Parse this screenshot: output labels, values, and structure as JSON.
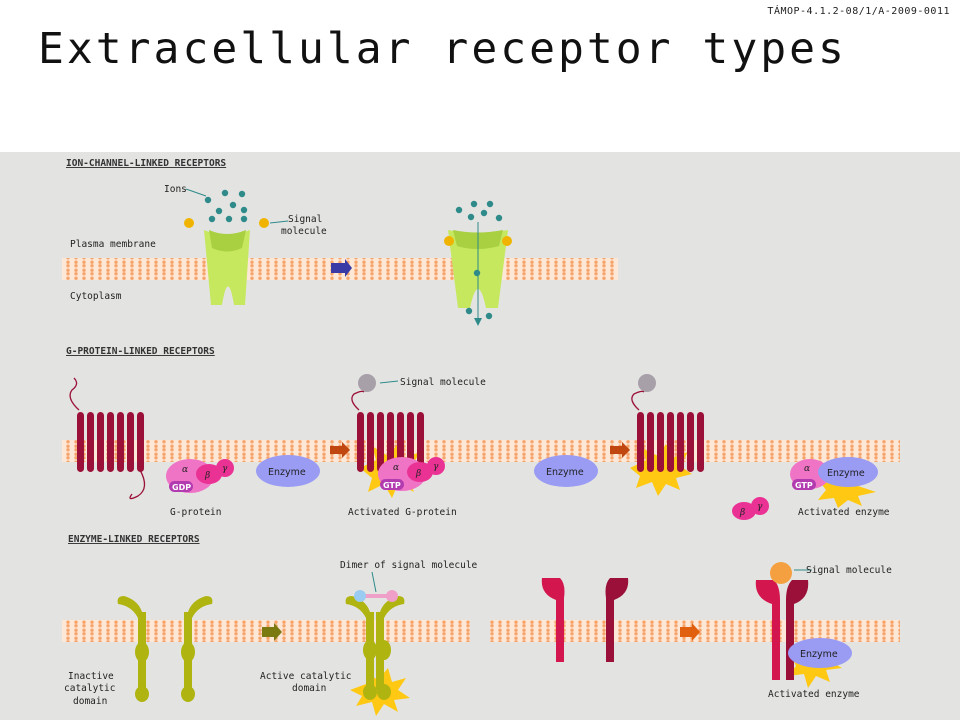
{
  "header": {
    "code": "TÁMOP-4.1.2-08/1/A-2009-0011",
    "title": "Extracellular receptor types"
  },
  "ion_channel": {
    "heading": "ION-CHANNEL-LINKED RECEPTORS",
    "ions_label": "Ions",
    "signal_label_1": "Signal",
    "signal_label_2": "molecule",
    "membrane_label": "Plasma membrane",
    "cytoplasm_label": "Cytoplasm"
  },
  "g_protein": {
    "heading": "G-PROTEIN-LINKED RECEPTORS",
    "signal_label": "Signal molecule",
    "enzyme_label": "Enzyme",
    "gdp_label": "GDP",
    "gtp_label": "GTP",
    "alpha": "α",
    "beta": "β",
    "gamma": "γ",
    "gprotein_label": "G-protein",
    "activated_gprotein_label": "Activated G-protein",
    "activated_enzyme_label": "Activated enzyme"
  },
  "enzyme_linked": {
    "heading": "ENZYME-LINKED RECEPTORS",
    "dimer_label": "Dimer of signal molecule",
    "inactive_1": "Inactive",
    "inactive_2": "catalytic",
    "inactive_3": "domain",
    "active_1": "Active catalytic",
    "active_2": "domain",
    "signal_label": "Signal molecule",
    "enzyme_label": "Enzyme",
    "activated_enzyme_label": "Activated enzyme"
  },
  "colors": {
    "membrane": "#f6a46a",
    "channel": "#c6e85e",
    "ion": "#2f8a8a",
    "signal_dot": "#f0b400",
    "gpcr": "#9a1038",
    "alpha_subunit": "#ef74c6",
    "enzyme": "#9a9cf4",
    "burst": "#ffc812",
    "olive_receptor": "#b0b410",
    "red_receptor": "#d4164e"
  }
}
